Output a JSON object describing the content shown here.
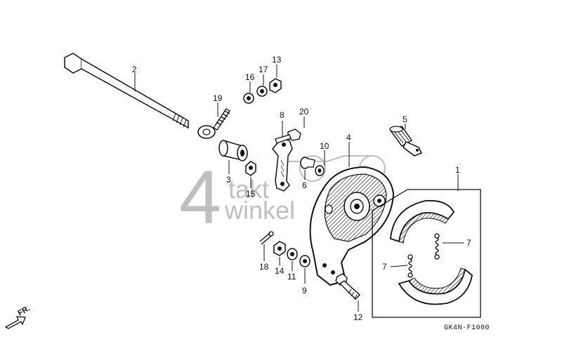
{
  "diagram": {
    "part_labels": [
      "1",
      "2",
      "3",
      "4",
      "5",
      "6",
      "7",
      "7",
      "8",
      "9",
      "10",
      "11",
      "12",
      "13",
      "14",
      "15",
      "16",
      "17",
      "18",
      "19",
      "20"
    ],
    "direction_label": "FR.",
    "diagram_code": "GK4N-F1000",
    "watermark": {
      "digit": "4",
      "word_top": "takt",
      "word_bottom": "winkel"
    }
  }
}
